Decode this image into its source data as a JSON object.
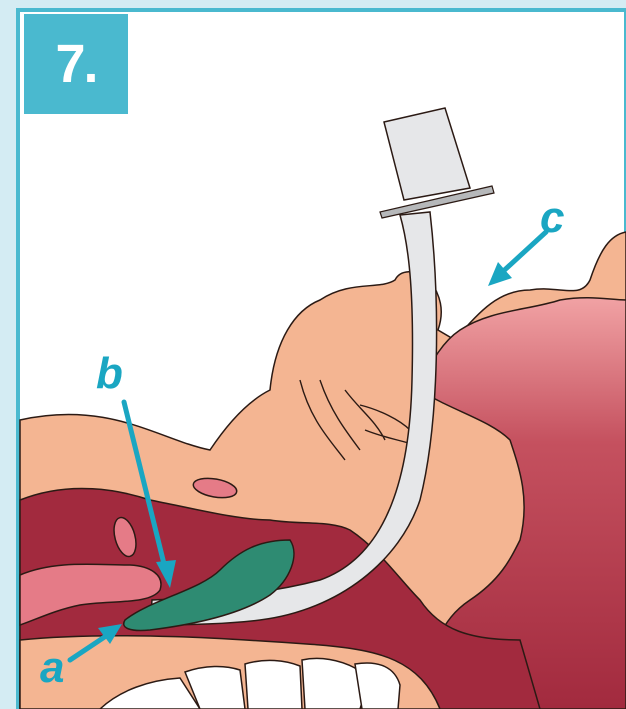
{
  "step_number": "7.",
  "labels": {
    "a": "a",
    "b": "b",
    "c": "c"
  },
  "colors": {
    "frame": "#4ab9cf",
    "background": "#d4ecf3",
    "skin": "#f4b592",
    "airway": "#a22a3e",
    "mucosa": "#e57b87",
    "tube": "#e6e7e9",
    "cuff": "#2e8b72",
    "arrow": "#1aa6c2",
    "bone": "#ffffff"
  }
}
